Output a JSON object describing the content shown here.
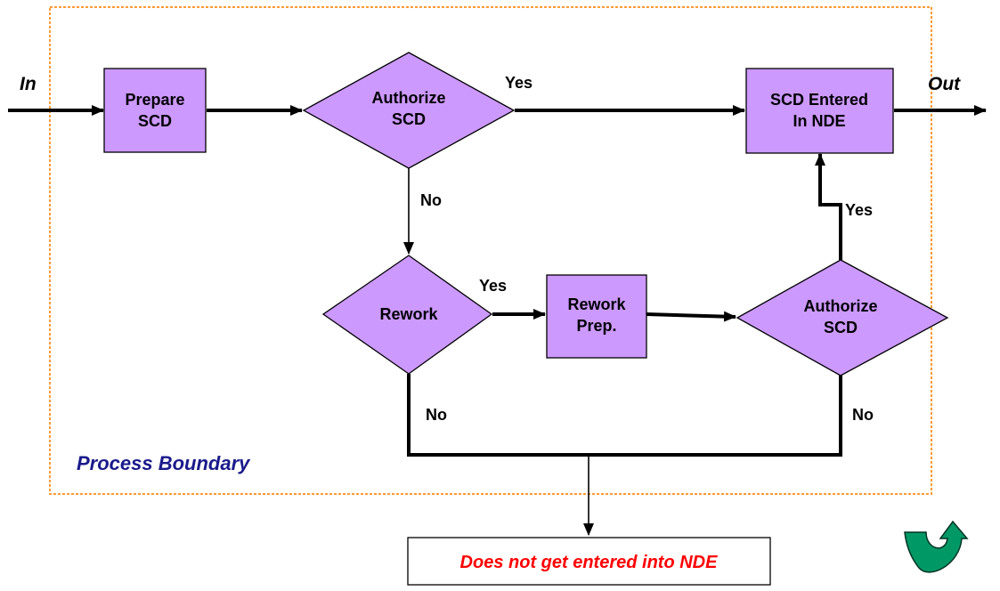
{
  "flowchart": {
    "in_label": "In",
    "out_label": "Out",
    "boundary_label": "Process Boundary",
    "prepare": [
      "Prepare",
      "SCD"
    ],
    "authorize_top": [
      "Authorize",
      "SCD"
    ],
    "scd_entered": [
      "SCD Entered",
      "In NDE"
    ],
    "rework": [
      "Rework"
    ],
    "rework_prep": [
      "Rework",
      "Prep."
    ],
    "authorize_bottom": [
      "Authorize",
      "SCD"
    ],
    "yes": "Yes",
    "no": "No",
    "not_entered": "Does not get entered into NDE"
  },
  "colors": {
    "node_fill": "#cc99ff",
    "boundary": "#ff9933",
    "boundary_label": "#1a1a8c",
    "outcome_text": "#ff0000",
    "icon_fill": "#009966"
  },
  "icons": {
    "return": "u-turn-arrow-icon"
  }
}
